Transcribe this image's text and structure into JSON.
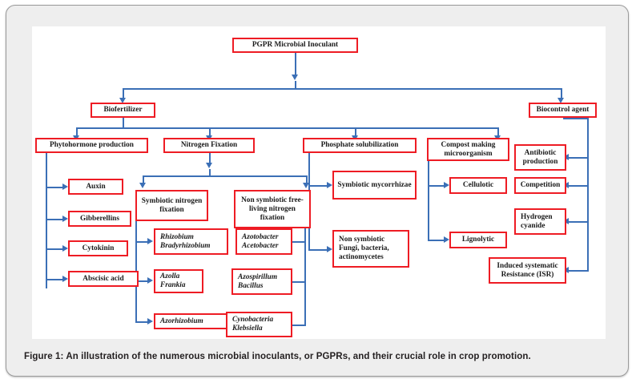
{
  "figure": {
    "caption": "Figure 1: An illustration of the numerous microbial inoculants, or PGPRs, and their crucial role in crop promotion."
  },
  "colors": {
    "node_border": "#ee1c24",
    "connector": "#3b6fb6",
    "card_background": "#eeeeee",
    "canvas_background": "#ffffff",
    "text": "#1a1a1a"
  },
  "chart_data": {
    "type": "diagram",
    "title": "PGPR Microbial Inoculant",
    "nodes": [
      {
        "id": "root",
        "label": "PGPR Microbial Inoculant"
      },
      {
        "id": "biofertilizer",
        "label": "Biofertilizer"
      },
      {
        "id": "biocontrol",
        "label": "Biocontrol agent"
      },
      {
        "id": "phytohormone",
        "label": "Phytohormone production"
      },
      {
        "id": "nitrogen",
        "label": "Nitrogen Fixation"
      },
      {
        "id": "phosphate",
        "label": "Phosphate solubilization"
      },
      {
        "id": "compost",
        "label": "Compost making microorganism"
      },
      {
        "id": "auxin",
        "label": "Auxin"
      },
      {
        "id": "gibberellins",
        "label": "Gibberellins"
      },
      {
        "id": "cytokinin",
        "label": "Cytokinin"
      },
      {
        "id": "abscisic",
        "label": "Abscisic acid"
      },
      {
        "id": "symbiotic_nf",
        "label": "Symbiotic nitrogen fixation"
      },
      {
        "id": "nonsymbiotic_nf",
        "label": "Non symbiotic free-living nitrogen fixation"
      },
      {
        "id": "rhizobium",
        "label": "Rhizobium Bradyrhizobium",
        "italic": true
      },
      {
        "id": "azolla",
        "label": "Azolla Frankia",
        "italic": true
      },
      {
        "id": "azorhizobium",
        "label": "Azorhizobium",
        "italic": true
      },
      {
        "id": "azotobacter",
        "label": "Azotobacter Acetobacter",
        "italic": true
      },
      {
        "id": "azospirillum",
        "label": "Azospirillum Bacillus",
        "italic": true
      },
      {
        "id": "cynobacteria",
        "label": "Cynobacteria Klebsiella",
        "italic": true
      },
      {
        "id": "symb_myc",
        "label": "Symbiotic mycorrhizae"
      },
      {
        "id": "nonsymb_fungi",
        "label": "Non symbiotic Fungi, bacteria, actinomycetes"
      },
      {
        "id": "cellulotic",
        "label": "Cellulotic"
      },
      {
        "id": "lignolytic",
        "label": "Lignolytic"
      },
      {
        "id": "antibiotic",
        "label": "Antibiotic production"
      },
      {
        "id": "competition",
        "label": "Competition"
      },
      {
        "id": "hydrogen",
        "label": "Hydrogen cyanide"
      },
      {
        "id": "isr",
        "label": "Induced systematic Resistance (ISR)"
      }
    ],
    "edges": [
      {
        "from": "root",
        "to": "biofertilizer"
      },
      {
        "from": "root",
        "to": "biocontrol"
      },
      {
        "from": "biofertilizer",
        "to": "phytohormone"
      },
      {
        "from": "biofertilizer",
        "to": "nitrogen"
      },
      {
        "from": "biofertilizer",
        "to": "phosphate"
      },
      {
        "from": "biofertilizer",
        "to": "compost"
      },
      {
        "from": "phytohormone",
        "to": "auxin"
      },
      {
        "from": "phytohormone",
        "to": "gibberellins"
      },
      {
        "from": "phytohormone",
        "to": "cytokinin"
      },
      {
        "from": "phytohormone",
        "to": "abscisic"
      },
      {
        "from": "nitrogen",
        "to": "symbiotic_nf"
      },
      {
        "from": "nitrogen",
        "to": "nonsymbiotic_nf"
      },
      {
        "from": "symbiotic_nf",
        "to": "rhizobium"
      },
      {
        "from": "symbiotic_nf",
        "to": "azolla"
      },
      {
        "from": "symbiotic_nf",
        "to": "azorhizobium"
      },
      {
        "from": "nonsymbiotic_nf",
        "to": "azotobacter"
      },
      {
        "from": "nonsymbiotic_nf",
        "to": "azospirillum"
      },
      {
        "from": "nonsymbiotic_nf",
        "to": "cynobacteria"
      },
      {
        "from": "phosphate",
        "to": "symb_myc"
      },
      {
        "from": "phosphate",
        "to": "nonsymb_fungi"
      },
      {
        "from": "compost",
        "to": "cellulotic"
      },
      {
        "from": "compost",
        "to": "lignolytic"
      },
      {
        "from": "biocontrol",
        "to": "antibiotic"
      },
      {
        "from": "biocontrol",
        "to": "competition"
      },
      {
        "from": "biocontrol",
        "to": "hydrogen"
      },
      {
        "from": "biocontrol",
        "to": "isr"
      }
    ]
  },
  "nodes": {
    "root": "PGPR Microbial Inoculant",
    "biofertilizer": "Biofertilizer",
    "biocontrol": "Biocontrol agent",
    "phytohormone": "Phytohormone production",
    "nitrogen": "Nitrogen Fixation",
    "phosphate": "Phosphate solubilization",
    "compost": "Compost making microorganism",
    "auxin": "Auxin",
    "gibberellins": "Gibberellins",
    "cytokinin": "Cytokinin",
    "abscisic": "Abscisic acid",
    "symbiotic_nf": "Symbiotic nitrogen fixation",
    "nonsymbiotic_nf": "Non symbiotic free-living nitrogen fixation",
    "rhizobium": "Rhizobium Bradyrhizobium",
    "azolla": "Azolla Frankia",
    "azorhizobium": "Azorhizobium",
    "azotobacter": "Azotobacter Acetobacter",
    "azospirillum": "Azospirillum Bacillus",
    "cynobacteria": "Cynobacteria Klebsiella",
    "symb_myc": "Symbiotic mycorrhizae",
    "nonsymb_fungi": "Non symbiotic Fungi, bacteria, actinomycetes",
    "cellulotic": "Cellulotic",
    "lignolytic": "Lignolytic",
    "antibiotic": "Antibiotic production",
    "competition": "Competition",
    "hydrogen": "Hydrogen cyanide",
    "isr": "Induced systematic Resistance (ISR)"
  }
}
